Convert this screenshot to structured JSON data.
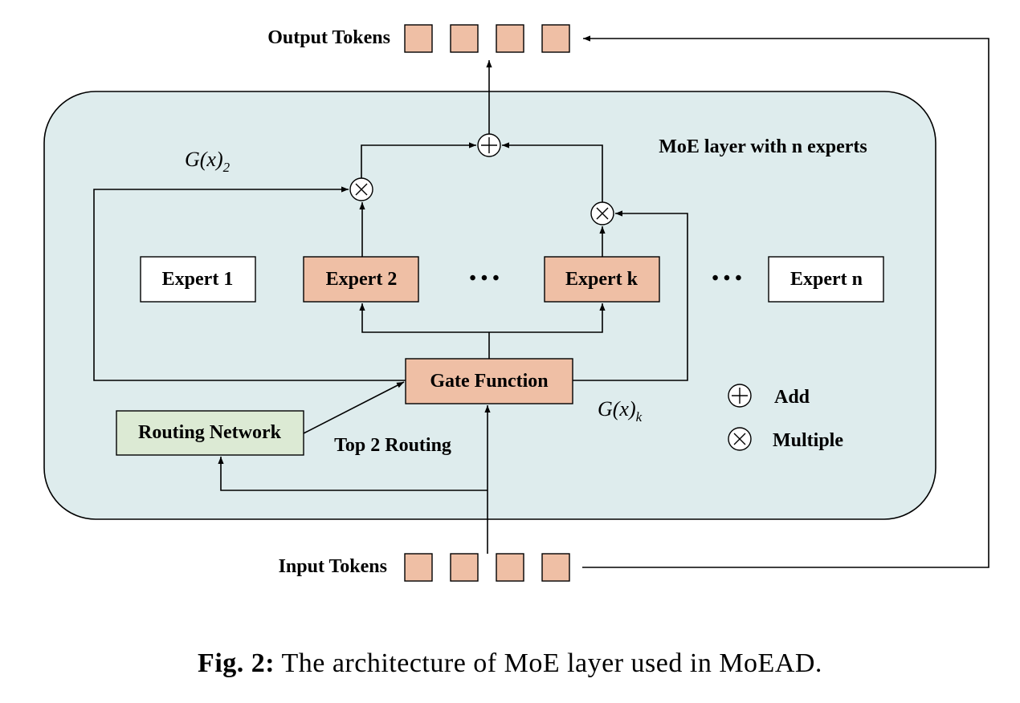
{
  "colors": {
    "panel_fill": "#deeced",
    "expert_active": "#efbfa5",
    "expert_inactive": "#ffffff",
    "gate_fill": "#efbfa5",
    "routing_fill": "#dcead4",
    "token_fill": "#efbfa5",
    "stroke": "#000000"
  },
  "diagram": {
    "output_tokens_label": "Output Tokens",
    "input_tokens_label": "Input Tokens",
    "layer_label": "MoE layer with n experts",
    "experts": [
      {
        "label": "Expert 1",
        "active": false
      },
      {
        "label": "Expert 2",
        "active": true
      },
      {
        "label": "Expert k",
        "active": true
      },
      {
        "label": "Expert n",
        "active": false
      }
    ],
    "ellipsis": "• • •",
    "gate_label": "Gate Function",
    "routing_label": "Routing Network",
    "routing_edge_label": "Top 2 Routing",
    "weight_2": {
      "base": "G(x)",
      "sub": "2"
    },
    "weight_k": {
      "base": "G(x)",
      "sub": "k"
    },
    "legend": {
      "add_label": "Add",
      "multiply_label": "Multiple",
      "add_icon": "circle-plus-icon",
      "multiply_icon": "circle-times-icon"
    }
  },
  "caption": {
    "prefix": "Fig. 2:",
    "text": "The architecture of MoE layer used in MoEAD."
  }
}
